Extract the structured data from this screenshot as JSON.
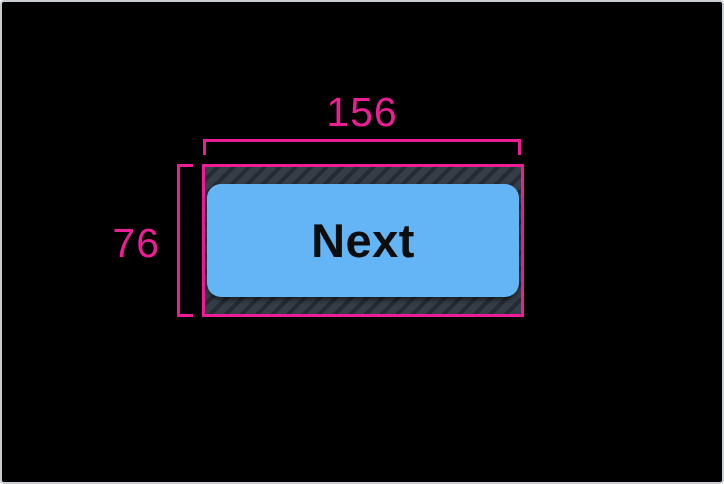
{
  "annotations": {
    "width_label": "156",
    "height_label": "76",
    "accent_color": "#ec1e96"
  },
  "button": {
    "label": "Next",
    "fill_color": "#64b5f6",
    "text_color": "#0d0d0d"
  },
  "padding_hatch": {
    "base_color": "#353d47",
    "stripe_color": "#252a33"
  },
  "colors": {
    "canvas-bg": "#000000",
    "frame-border": "#c9cdd1",
    "accent": "#ec1e96",
    "button-fill": "#64b5f6",
    "button-text": "#0d0d0d",
    "hatch-base": "#353d47",
    "hatch-stripe": "#252a33"
  }
}
